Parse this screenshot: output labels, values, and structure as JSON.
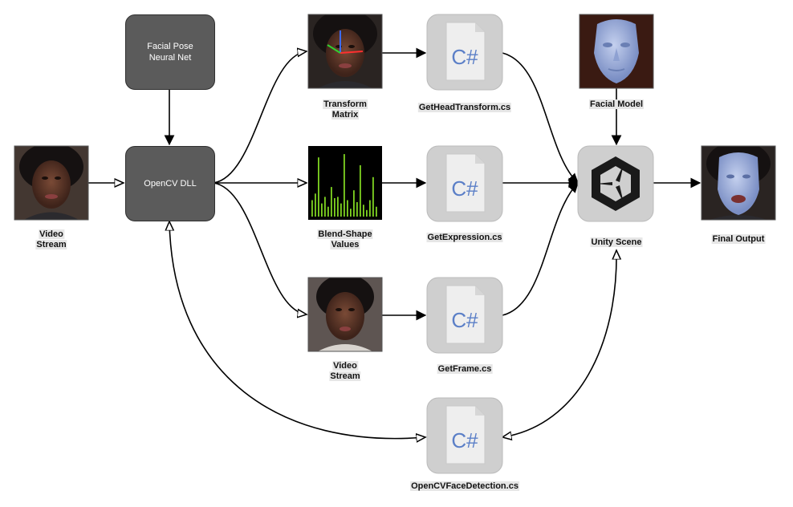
{
  "nodes": {
    "neural_net": {
      "line1": "Facial Pose",
      "line2": "Neural Net"
    },
    "opencv_dll": {
      "text": "OpenCV DLL"
    },
    "video_in": {
      "line1": "Video",
      "line2": "Stream"
    },
    "transform": {
      "line1": "Transform",
      "line2": "Matrix"
    },
    "blendshape": {
      "line1": "Blend-Shape",
      "line2": "Values"
    },
    "video_mid": {
      "line1": "Video",
      "line2": "Stream"
    },
    "get_head": {
      "label": "GetHeadTransform.cs",
      "glyph": "C#"
    },
    "get_expr": {
      "label": "GetExpression.cs",
      "glyph": "C#"
    },
    "get_frame": {
      "label": "GetFrame.cs",
      "glyph": "C#"
    },
    "face_detect": {
      "label": "OpenCVFaceDetection.cs",
      "glyph": "C#"
    },
    "facial_model": {
      "label": "Facial Model"
    },
    "unity": {
      "label": "Unity Scene"
    },
    "final": {
      "label": "Final Output"
    }
  },
  "blend_bars": [
    0.25,
    0.35,
    0.9,
    0.2,
    0.3,
    0.15,
    0.45,
    0.28,
    0.3,
    0.2,
    0.95,
    0.25,
    0.12,
    0.4,
    0.22,
    0.78,
    0.18,
    0.1,
    0.25,
    0.6,
    0.15
  ],
  "colors": {
    "node_dark": "#5b5b5b",
    "tile_gray": "#cfcfcf",
    "cs_glyph": "#5b7fc7",
    "bar_green": "#7ed321",
    "face_skin": "#5a3425",
    "mask_blue": "#9fb2dc"
  }
}
